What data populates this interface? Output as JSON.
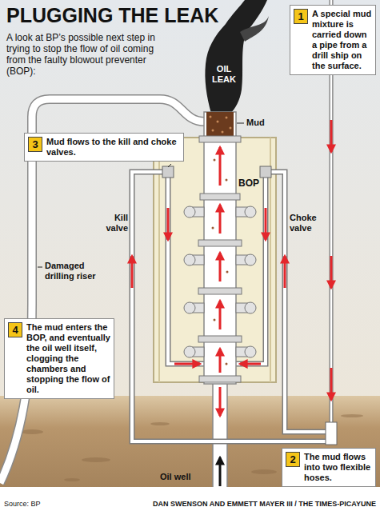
{
  "diagram": {
    "title": "PLUGGING THE LEAK",
    "caption": "A look at BP’s possible next step in trying to stop the flow of oil coming from the faulty blowout preventer (BOP):",
    "nodes": [
      {
        "text": [
          "1",
          "A special mud mixture is carried down a pipe from a drill ship on the surface."
        ]
      },
      {
        "text": [
          "3",
          "Mud flows to the kill and choke valves."
        ]
      },
      {
        "text": [
          "4",
          "The mud enters the BOP, and eventually the oil well itself, clogging the chambers and stopping the flow of oil."
        ]
      },
      {
        "text": [
          "2",
          "The mud flows into two flexible hoses."
        ]
      }
    ],
    "labels": [
      "OIL LEAK",
      "Mud",
      "Kill valve",
      "BOP",
      "Choke valve",
      "Damaged drilling riser",
      "Oil well",
      "Source: BP",
      "DAN SWENSON AND EMMETT MAYER III / THE TIMES-PICAYUNE"
    ]
  }
}
